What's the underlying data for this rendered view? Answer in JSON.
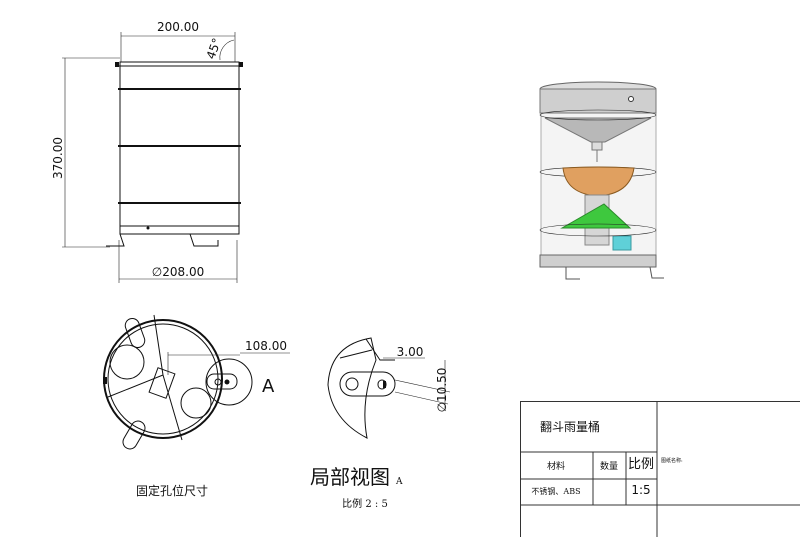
{
  "front_view": {
    "dim_width": "200.00",
    "dim_height": "370.00",
    "dim_diameter": "∅208.00",
    "dim_angle": "45°"
  },
  "bottom_view": {
    "dim_radius": "108.00",
    "detail_marker": "A",
    "caption": "固定孔位尺寸"
  },
  "detail_view": {
    "dim_slot": "3.00",
    "dim_hole": "∅10.50",
    "title": "局部视图",
    "title_suffix": "A",
    "scale": "比例 2 : 5"
  },
  "title_block": {
    "name": "翻斗雨量桶",
    "material_header": "材料",
    "quantity_header": "数量",
    "scale_header": "比例",
    "drawing_name_label": "图纸名称:",
    "material_value": "不锈钢、ABS",
    "quantity_value": "",
    "scale_value": "1:5"
  },
  "colors": {
    "funnel": "#c9c9c9",
    "bucket": "#e0a060",
    "base_green": "#3ec83e",
    "counter_cyan": "#5fd0d8"
  }
}
